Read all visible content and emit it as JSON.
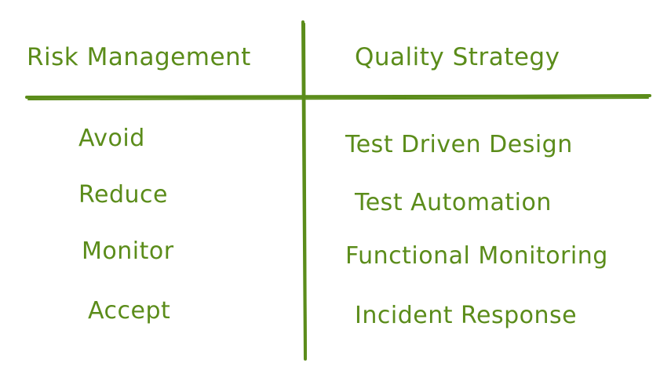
{
  "colors": {
    "ink": "#5b8c1a",
    "background": "#ffffff"
  },
  "table": {
    "headers": [
      "Risk Management",
      "Quality Strategy"
    ],
    "rows": [
      [
        "Avoid",
        "Test Driven Design"
      ],
      [
        "Reduce",
        "Test Automation"
      ],
      [
        "Monitor",
        "Functional Monitoring"
      ],
      [
        "Accept",
        "Incident Response"
      ]
    ]
  }
}
